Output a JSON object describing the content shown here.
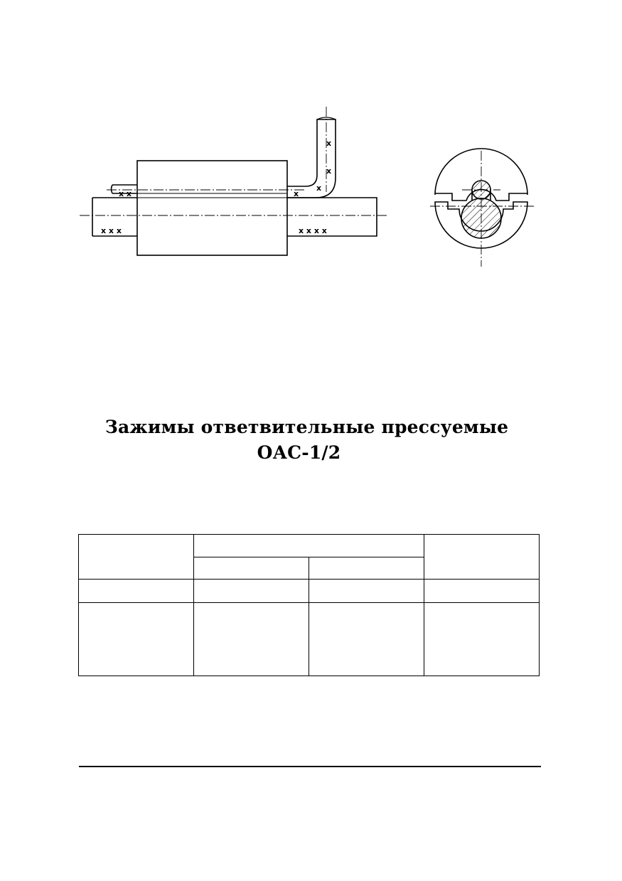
{
  "document": {
    "title_line1": "Зажимы ответвительные прессуемые",
    "title_line2": "ОАС-1/2"
  },
  "drawing": {
    "side_view_marks": [
      "xx",
      "x x x",
      "x",
      "x",
      "x",
      "x",
      "x x x x"
    ],
    "section_view": "cross-section"
  },
  "table": {
    "rows": [
      [
        "",
        "",
        "",
        ""
      ],
      [
        "",
        "",
        ""
      ],
      [
        "",
        "",
        "",
        ""
      ],
      [
        "",
        "",
        "",
        ""
      ]
    ]
  }
}
